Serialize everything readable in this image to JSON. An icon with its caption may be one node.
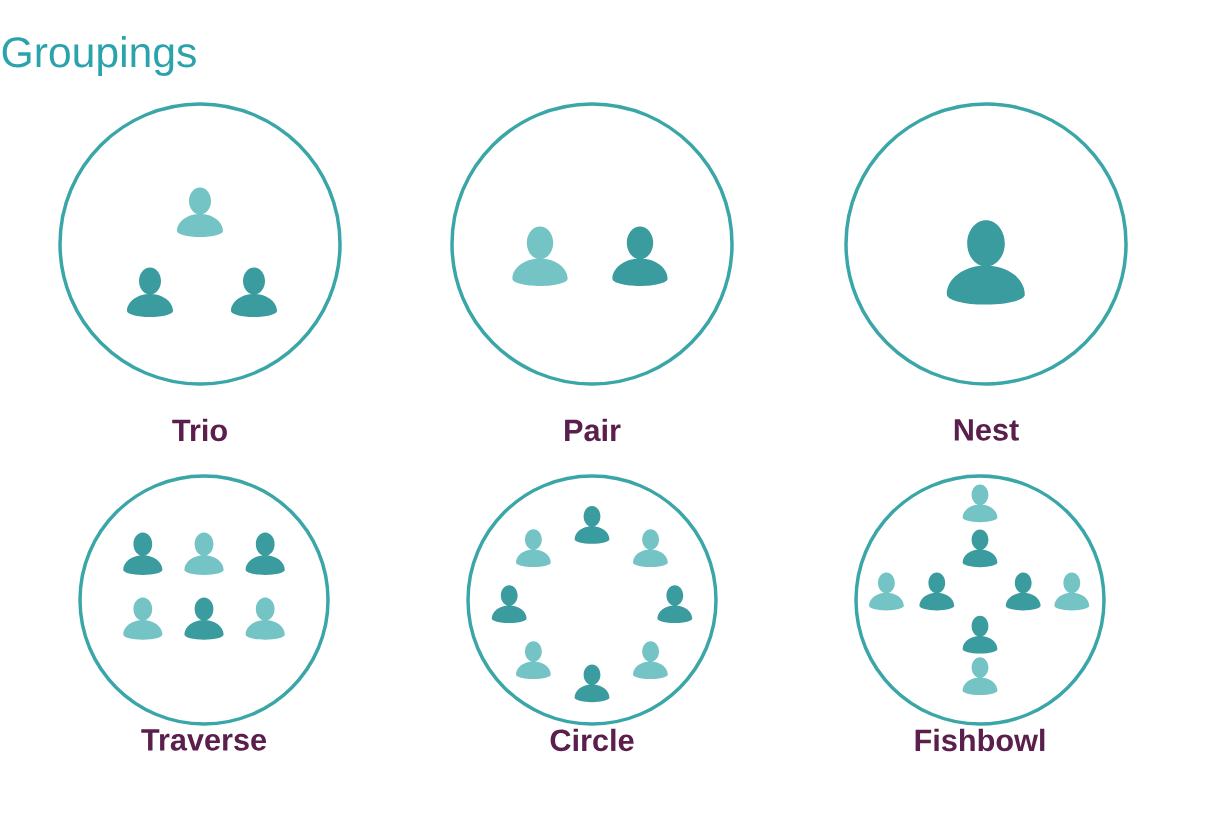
{
  "diagram": {
    "title": "Groupings",
    "nodes": [
      {
        "text": [
          "Trio"
        ]
      },
      {
        "text": [
          "Pair"
        ]
      },
      {
        "text": [
          "Nest"
        ]
      },
      {
        "text": [
          "Traverse"
        ]
      },
      {
        "text": [
          "Circle"
        ]
      },
      {
        "text": [
          "Fishbowl"
        ]
      }
    ]
  }
}
